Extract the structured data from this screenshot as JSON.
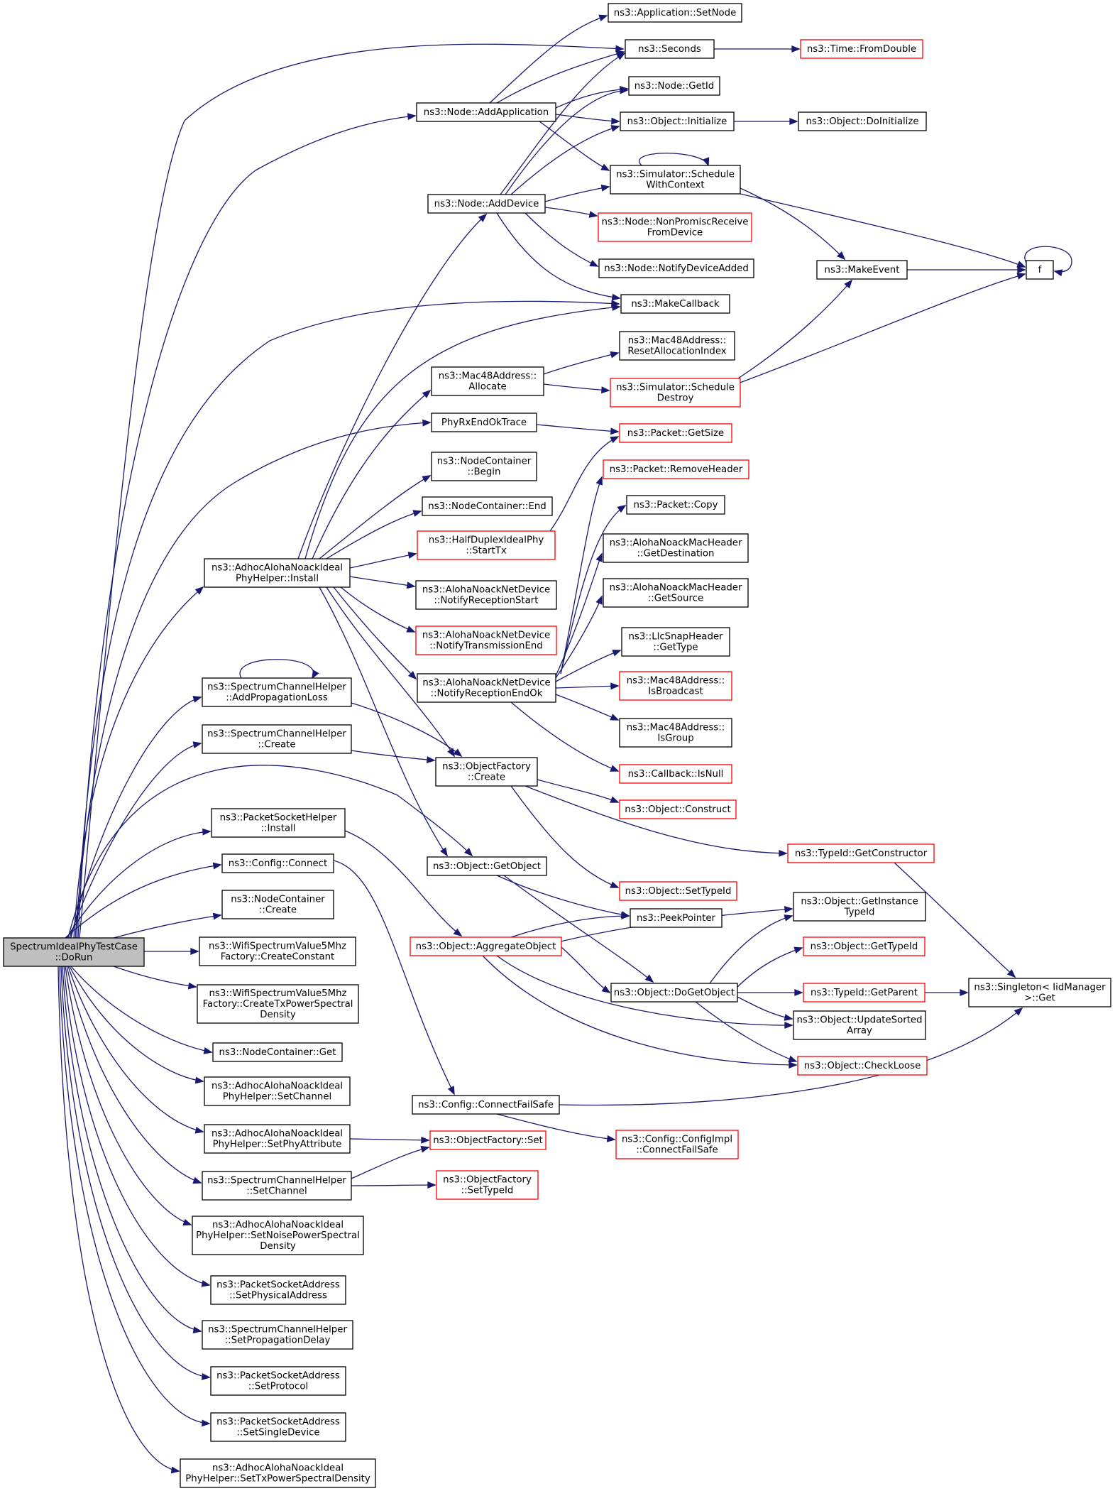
{
  "colors": {
    "edge": "#191970",
    "normal_border": "#000000",
    "incomplete_border": "#ff0000",
    "root_fill": "#bfbfbf",
    "fill": "#ffffff"
  },
  "nodes": [
    {
      "id": "root",
      "lines": [
        "SpectrumIdealPhyTestCase",
        "::DoRun"
      ],
      "kind": "root"
    },
    {
      "id": "n1",
      "lines": [
        "ns3::Application::SetNode"
      ]
    },
    {
      "id": "n2",
      "lines": [
        "ns3::Seconds"
      ]
    },
    {
      "id": "n3",
      "lines": [
        "ns3::Time::FromDouble"
      ],
      "kind": "incomplete"
    },
    {
      "id": "n4",
      "lines": [
        "ns3::Node::AddApplication"
      ]
    },
    {
      "id": "n5",
      "lines": [
        "ns3::Node::GetId"
      ]
    },
    {
      "id": "n6",
      "lines": [
        "ns3::Object::Initialize"
      ]
    },
    {
      "id": "n7",
      "lines": [
        "ns3::Object::DoInitialize"
      ]
    },
    {
      "id": "n8",
      "lines": [
        "ns3::Simulator::Schedule",
        "WithContext"
      ]
    },
    {
      "id": "n9",
      "lines": [
        "ns3::Node::AddDevice"
      ]
    },
    {
      "id": "n10",
      "lines": [
        "ns3::Node::NonPromiscReceive",
        "FromDevice"
      ],
      "kind": "incomplete"
    },
    {
      "id": "n11",
      "lines": [
        "ns3::Node::NotifyDeviceAdded"
      ]
    },
    {
      "id": "n12",
      "lines": [
        "ns3::MakeEvent"
      ]
    },
    {
      "id": "n13",
      "lines": [
        "f"
      ]
    },
    {
      "id": "n14",
      "lines": [
        "ns3::MakeCallback"
      ]
    },
    {
      "id": "n15",
      "lines": [
        "ns3::Mac48Address::",
        "ResetAllocationIndex"
      ]
    },
    {
      "id": "n16",
      "lines": [
        "ns3::Mac48Address::",
        "Allocate"
      ]
    },
    {
      "id": "n17",
      "lines": [
        "ns3::Simulator::Schedule",
        "Destroy"
      ],
      "kind": "incomplete"
    },
    {
      "id": "n18",
      "lines": [
        "PhyRxEndOkTrace"
      ]
    },
    {
      "id": "n19",
      "lines": [
        "ns3::Packet::GetSize"
      ],
      "kind": "incomplete"
    },
    {
      "id": "n20",
      "lines": [
        "ns3::NodeContainer",
        "::Begin"
      ]
    },
    {
      "id": "n21",
      "lines": [
        "ns3::Packet::RemoveHeader"
      ],
      "kind": "incomplete"
    },
    {
      "id": "n22",
      "lines": [
        "ns3::Packet::Copy"
      ]
    },
    {
      "id": "n23",
      "lines": [
        "ns3::NodeContainer::End"
      ]
    },
    {
      "id": "n24",
      "lines": [
        "ns3::HalfDuplexIdealPhy",
        "::StartTx"
      ],
      "kind": "incomplete"
    },
    {
      "id": "n25",
      "lines": [
        "ns3::AlohaNoackMacHeader",
        "::GetDestination"
      ]
    },
    {
      "id": "n26",
      "lines": [
        "ns3::AdhocAlohaNoackIdeal",
        "PhyHelper::Install"
      ]
    },
    {
      "id": "n27",
      "lines": [
        "ns3::AlohaNoackNetDevice",
        "::NotifyReceptionStart"
      ]
    },
    {
      "id": "n28",
      "lines": [
        "ns3::AlohaNoackMacHeader",
        "::GetSource"
      ]
    },
    {
      "id": "n29",
      "lines": [
        "ns3::AlohaNoackNetDevice",
        "::NotifyTransmissionEnd"
      ],
      "kind": "incomplete"
    },
    {
      "id": "n30",
      "lines": [
        "ns3::LlcSnapHeader",
        "::GetType"
      ]
    },
    {
      "id": "n31",
      "lines": [
        "ns3::SpectrumChannelHelper",
        "::AddPropagationLoss"
      ]
    },
    {
      "id": "n32",
      "lines": [
        "ns3::AlohaNoackNetDevice",
        "::NotifyReceptionEndOk"
      ]
    },
    {
      "id": "n33",
      "lines": [
        "ns3::Mac48Address::",
        "IsBroadcast"
      ],
      "kind": "incomplete"
    },
    {
      "id": "n34",
      "lines": [
        "ns3::Mac48Address::",
        "IsGroup"
      ]
    },
    {
      "id": "n35",
      "lines": [
        "ns3::SpectrumChannelHelper",
        "::Create"
      ]
    },
    {
      "id": "n36",
      "lines": [
        "ns3::ObjectFactory",
        "::Create"
      ]
    },
    {
      "id": "n37",
      "lines": [
        "ns3::Callback::IsNull"
      ],
      "kind": "incomplete"
    },
    {
      "id": "n38",
      "lines": [
        "ns3::Object::Construct"
      ],
      "kind": "incomplete"
    },
    {
      "id": "n39",
      "lines": [
        "ns3::PacketSocketHelper",
        "::Install"
      ]
    },
    {
      "id": "n40",
      "lines": [
        "ns3::TypeId::GetConstructor"
      ],
      "kind": "incomplete"
    },
    {
      "id": "n41",
      "lines": [
        "ns3::Config::Connect"
      ]
    },
    {
      "id": "n42",
      "lines": [
        "ns3::Object::GetObject"
      ]
    },
    {
      "id": "n43",
      "lines": [
        "ns3::Object::SetTypeId"
      ],
      "kind": "incomplete"
    },
    {
      "id": "n44",
      "lines": [
        "ns3::NodeContainer",
        "::Create"
      ]
    },
    {
      "id": "n45",
      "lines": [
        "ns3::Object::GetInstance",
        "TypeId"
      ]
    },
    {
      "id": "n46",
      "lines": [
        "ns3::PeekPointer"
      ]
    },
    {
      "id": "n47",
      "lines": [
        "ns3::WifiSpectrumValue5Mhz",
        "Factory::CreateConstant"
      ]
    },
    {
      "id": "n48",
      "lines": [
        "ns3::Object::AggregateObject"
      ],
      "kind": "incomplete"
    },
    {
      "id": "n49",
      "lines": [
        "ns3::Object::GetTypeId"
      ],
      "kind": "incomplete"
    },
    {
      "id": "n50",
      "lines": [
        "ns3::Object::DoGetObject"
      ]
    },
    {
      "id": "n51",
      "lines": [
        "ns3::TypeId::GetParent"
      ],
      "kind": "incomplete"
    },
    {
      "id": "n52",
      "lines": [
        "ns3::Singleton< IidManager",
        ">::Get"
      ]
    },
    {
      "id": "n53",
      "lines": [
        "ns3::WifiSpectrumValue5Mhz",
        "Factory::CreateTxPowerSpectral",
        "Density"
      ]
    },
    {
      "id": "n54",
      "lines": [
        "ns3::Object::UpdateSorted",
        "Array"
      ]
    },
    {
      "id": "n55",
      "lines": [
        "ns3::NodeContainer::Get"
      ]
    },
    {
      "id": "n56",
      "lines": [
        "ns3::Object::CheckLoose"
      ],
      "kind": "incomplete"
    },
    {
      "id": "n57",
      "lines": [
        "ns3::AdhocAlohaNoackIdeal",
        "PhyHelper::SetChannel"
      ]
    },
    {
      "id": "n58",
      "lines": [
        "ns3::Config::ConnectFailSafe"
      ]
    },
    {
      "id": "n59",
      "lines": [
        "ns3::AdhocAlohaNoackIdeal",
        "PhyHelper::SetPhyAttribute"
      ]
    },
    {
      "id": "n60",
      "lines": [
        "ns3::Config::ConfigImpl",
        "::ConnectFailSafe"
      ],
      "kind": "incomplete"
    },
    {
      "id": "n61",
      "lines": [
        "ns3::ObjectFactory::Set"
      ],
      "kind": "incomplete"
    },
    {
      "id": "n62",
      "lines": [
        "ns3::SpectrumChannelHelper",
        "::SetChannel"
      ]
    },
    {
      "id": "n63",
      "lines": [
        "ns3::ObjectFactory",
        "::SetTypeId"
      ],
      "kind": "incomplete"
    },
    {
      "id": "n64",
      "lines": [
        "ns3::AdhocAlohaNoackIdeal",
        "PhyHelper::SetNoisePowerSpectral",
        "Density"
      ]
    },
    {
      "id": "n65",
      "lines": [
        "ns3::PacketSocketAddress",
        "::SetPhysicalAddress"
      ]
    },
    {
      "id": "n66",
      "lines": [
        "ns3::SpectrumChannelHelper",
        "::SetPropagationDelay"
      ]
    },
    {
      "id": "n67",
      "lines": [
        "ns3::PacketSocketAddress",
        "::SetProtocol"
      ]
    },
    {
      "id": "n68",
      "lines": [
        "ns3::PacketSocketAddress",
        "::SetSingleDevice"
      ]
    },
    {
      "id": "n69",
      "lines": [
        "ns3::AdhocAlohaNoackIdeal",
        "PhyHelper::SetTxPowerSpectralDensity"
      ]
    }
  ]
}
